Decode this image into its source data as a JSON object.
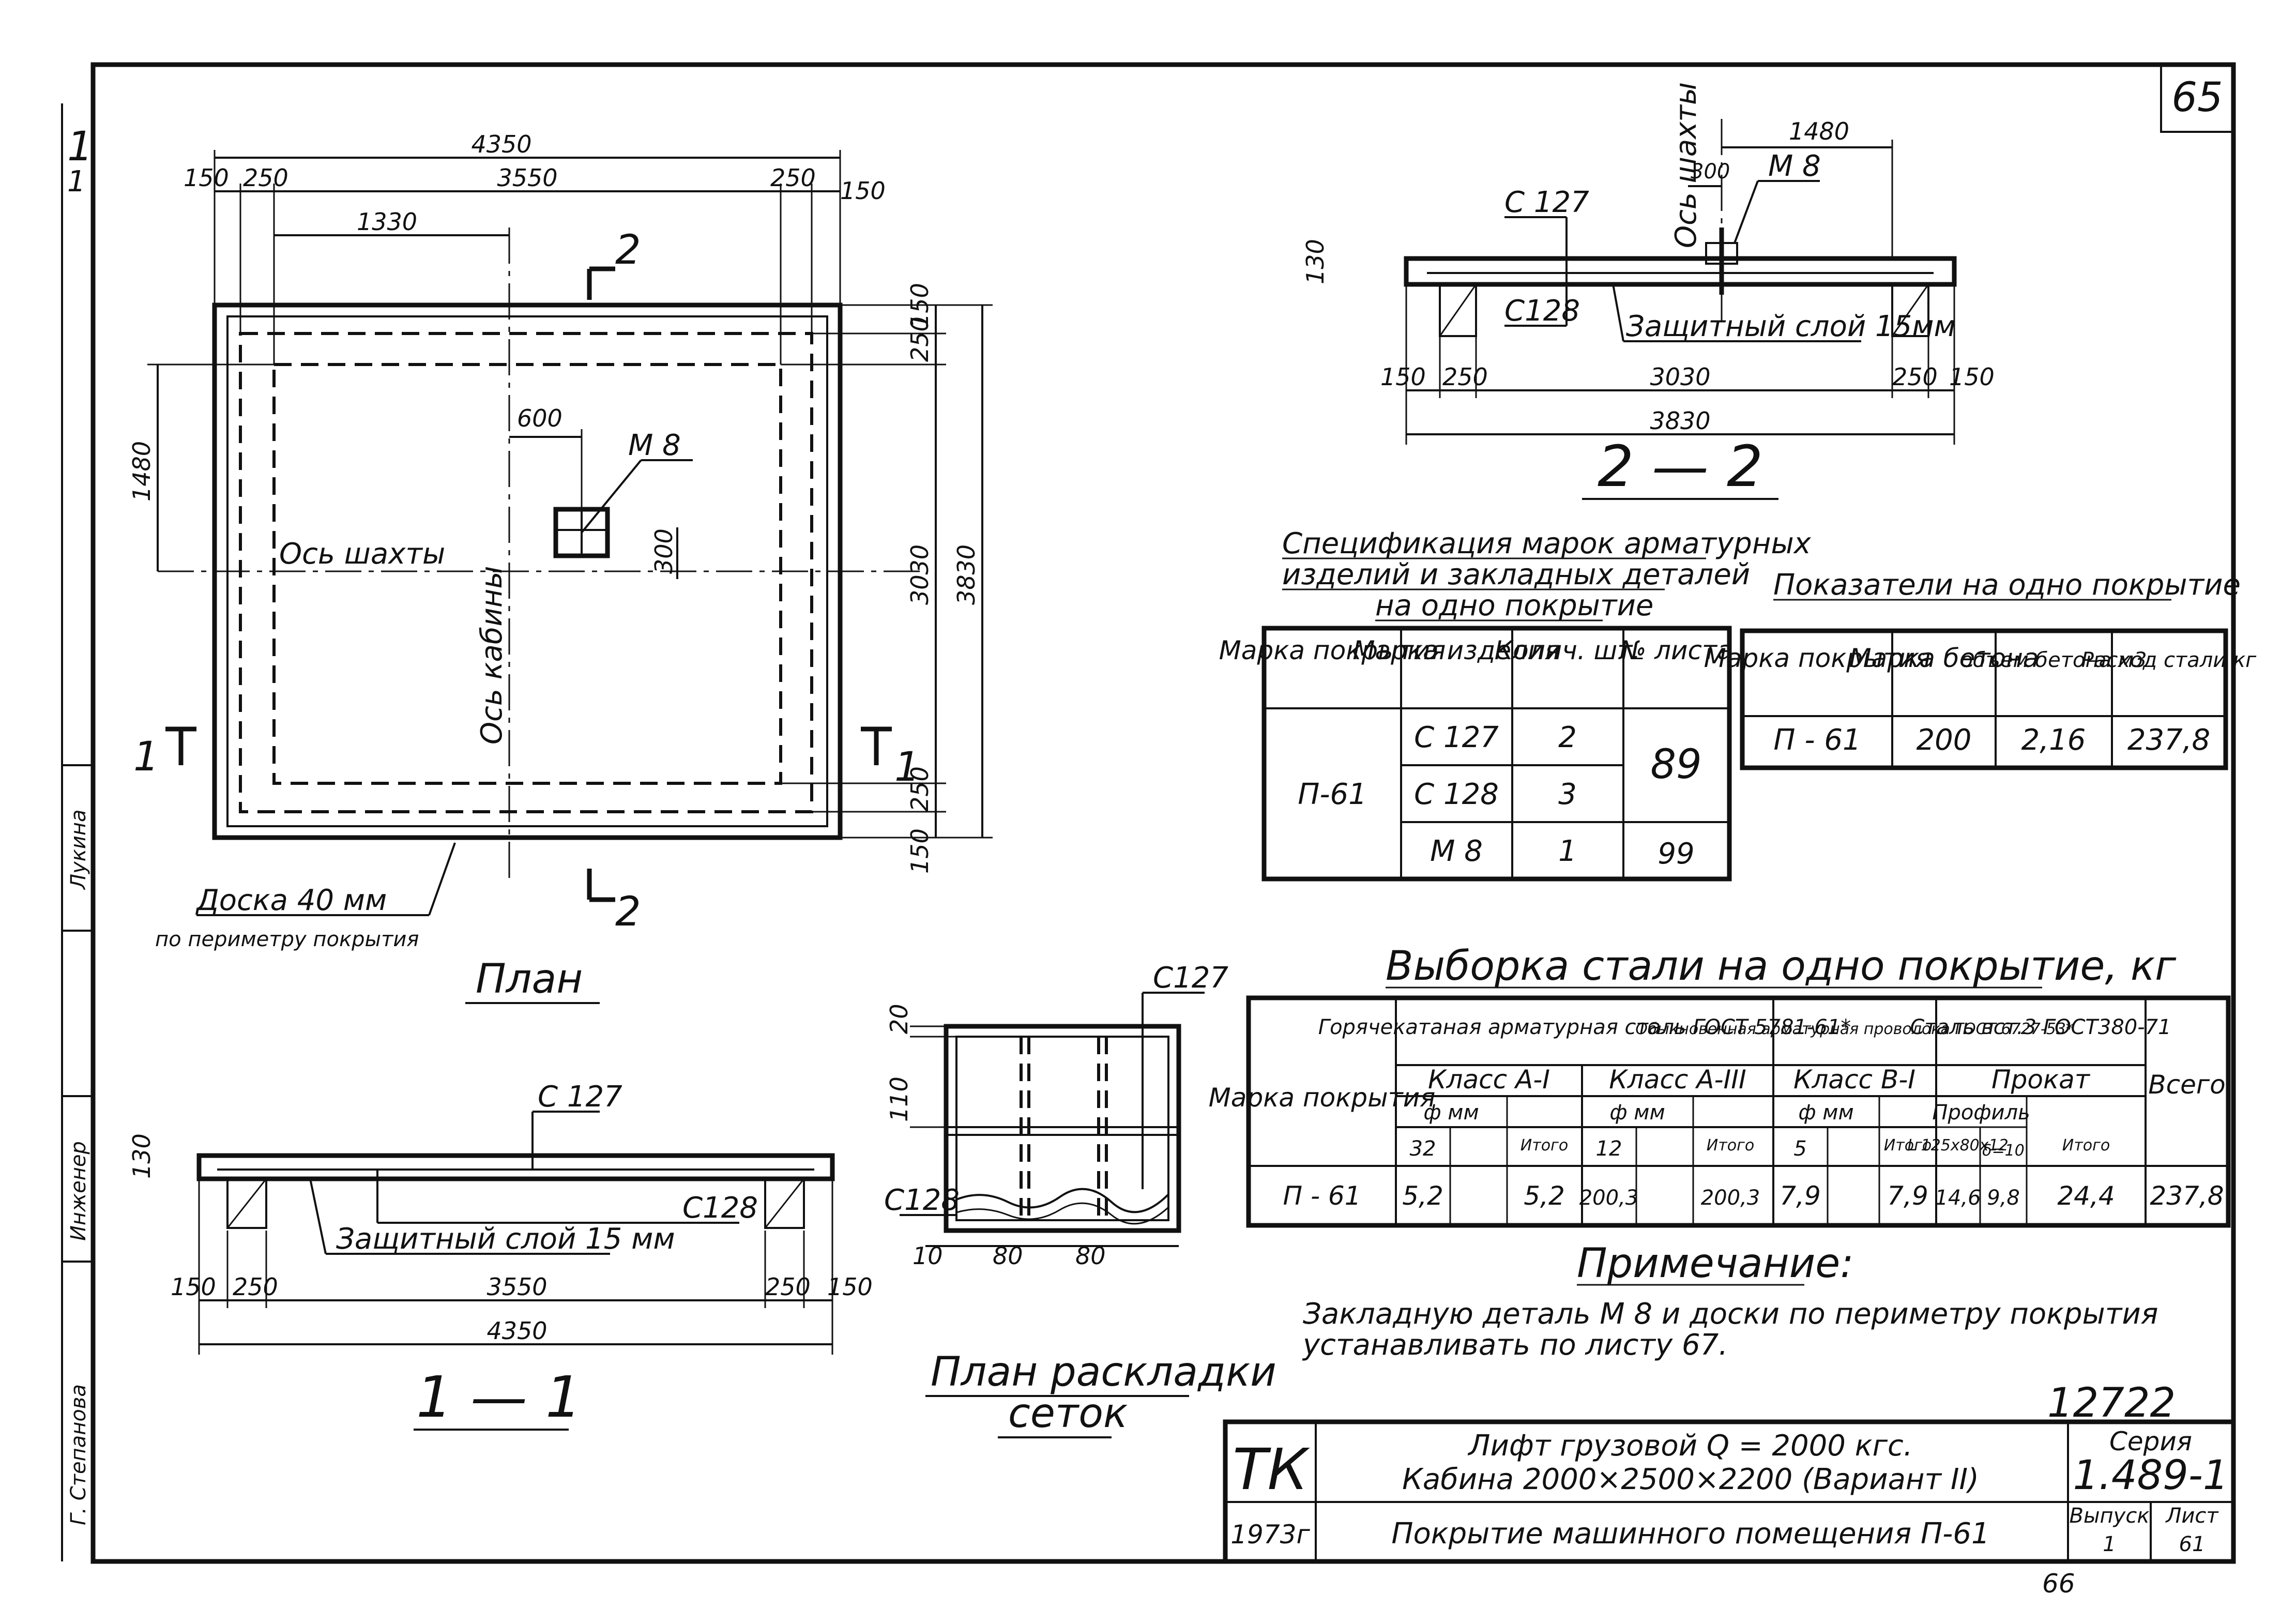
{
  "sheet": {
    "number": "65",
    "bottom_note": "66",
    "archive_number": "12722"
  },
  "side_stamps": {
    "mark": "1",
    "mark2": "1",
    "names": [
      "Лукина",
      "Инженер",
      "Г. Степанова"
    ]
  },
  "plan": {
    "title": "План",
    "dims_top": [
      "4350",
      "150",
      "250",
      "3550",
      "250",
      "150",
      "1330"
    ],
    "dims_right": [
      "150",
      "250",
      "3030",
      "3830",
      "250",
      "150"
    ],
    "dims_left": [
      "1480"
    ],
    "offset_600": "600",
    "offset_300": "300",
    "embed_label": "М 8",
    "shaft_axis": "Ось шахты",
    "cabin_axis": "Ось кабины",
    "board_note_line1": "Доска 40 мм",
    "board_note_line2": "по периметру покрытия",
    "section_2": "2",
    "section_1": "1"
  },
  "section_11": {
    "title": "1 — 1",
    "c127": "С 127",
    "c128": "С128",
    "protect": "Защитный слой 15 мм",
    "h130": "130",
    "dims": [
      "150",
      "250",
      "3550",
      "250",
      "150",
      "4350"
    ]
  },
  "section_22": {
    "title": "2 — 2",
    "c127": "С 127",
    "c128": "С128",
    "m8": "М 8",
    "shaft_axis": "Ось шахты",
    "protect": "Защитный слой 15мм",
    "h130": "130",
    "d1480": "1480",
    "d300": "300",
    "dims": [
      "150",
      "250",
      "3030",
      "250",
      "150",
      "3830"
    ]
  },
  "mesh_plan": {
    "title_line1": "План раскладки",
    "title_line2": "сеток",
    "c127": "С127",
    "c128": "С128",
    "d20": "20",
    "d110": "110",
    "d10": "10",
    "d80a": "80",
    "d80b": "80"
  },
  "spec_table": {
    "title_line1": "Спецификация марок арматурных",
    "title_line2": "изделий и закладных деталей",
    "title_line3": "на одно покрытие",
    "headers": [
      "Марка покрытия",
      "Марка изделия",
      "Колич. шт.",
      "№ листа"
    ],
    "mark": "П-61",
    "rows": [
      {
        "item": "С 127",
        "qty": "2"
      },
      {
        "item": "С 128",
        "qty": "3"
      },
      {
        "item": "М 8",
        "qty": "1"
      }
    ],
    "sheet_89": "89",
    "sheet_99": "99"
  },
  "indicators_table": {
    "title": "Показатели на одно покрытие",
    "headers": [
      "Марка покрытия",
      "Марка бетона",
      "объем бетона м3",
      "Расход стали кг"
    ],
    "row": [
      "П - 61",
      "200",
      "2,16",
      "237,8"
    ]
  },
  "steel_table": {
    "title": "Выборка стали на одно покрытие, кг",
    "mark_header": "Марка покрытия",
    "group1": "Горячекатаная арматурная сталь ГОСТ 5781-61*",
    "group2": "Обыкновенная арматурная проволока ГОСТ 6727-53*",
    "group3": "Сталь вст.3 ГОСТ380-71",
    "total_header": "Всего",
    "class_a1": "Класс А-I",
    "class_a3": "Класс А-III",
    "class_b1": "Класс В-I",
    "rolled": "Прокат",
    "phi_mm": "ф мм",
    "profile": "Профиль",
    "itogo": "Итого",
    "d32": "32",
    "d12": "12",
    "d5": "5",
    "prof1": "L 125x80x12",
    "prof2": "δ=10",
    "values": [
      "П - 61",
      "5,2",
      "5,2",
      "200,3",
      "200,3",
      "7,9",
      "7,9",
      "14,6",
      "9,8",
      "24,4",
      "237,8"
    ]
  },
  "note": {
    "title": "Примечание:",
    "line1": "Закладную деталь М 8 и доски по периметру покрытия",
    "line2": "устанавливать по листу 67."
  },
  "title_block": {
    "org": "ТК",
    "year": "1973г",
    "line1": "Лифт грузовой Q = 2000 кгс.",
    "line2": "Кабина 2000×2500×2200 (Вариант II)",
    "sheet_title": "Покрытие машинного помещения П-61",
    "series_label": "Серия",
    "series": "1.489-1",
    "issue_label": "Выпуск",
    "issue": "1",
    "list_label": "Лист",
    "list": "61"
  }
}
